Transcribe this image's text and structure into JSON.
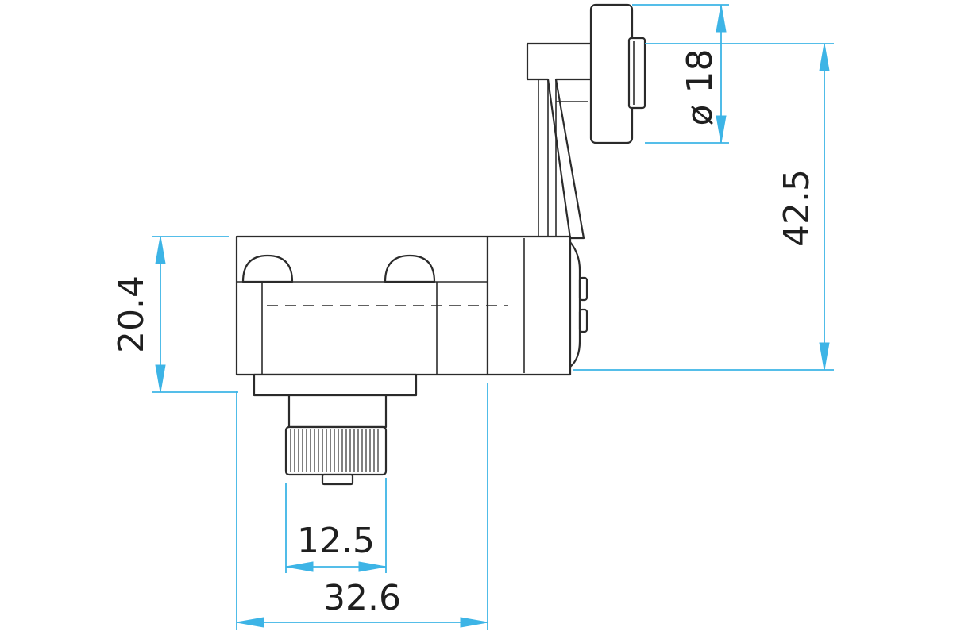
{
  "dimensions": {
    "diameter_roller": "ø 18",
    "overall_height": "42.5",
    "body_height": "20.4",
    "plunger_width": "12.5",
    "body_width": "32.6"
  },
  "colors": {
    "dimension_lines": "#3db4e6",
    "outline": "#2b2b2b"
  }
}
